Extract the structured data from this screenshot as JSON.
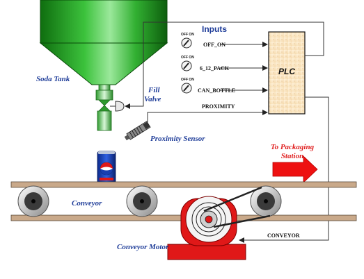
{
  "title": "Inputs",
  "components": {
    "soda_tank": "Soda Tank",
    "fill_valve_line1": "Fill",
    "fill_valve_line2": "Valve",
    "proximity_sensor": "Proximity Sensor",
    "conveyor": "Conveyor",
    "conveyor_motor": "Conveyor Motor",
    "plc": "PLC",
    "destination_line1": "To Packaging",
    "destination_line2": "Station"
  },
  "switch_caption": "OFF ON",
  "inputs": [
    {
      "label": "OFF_ON"
    },
    {
      "label": "6_12_PACK"
    },
    {
      "label": "CAN_BOTTLE"
    }
  ],
  "signals": {
    "proximity": "PROXIMITY",
    "conveyor": "CONVEYOR"
  },
  "colors": {
    "tank_green": "#1f9a1f",
    "label_blue": "#1f3d99",
    "plc_fill": "#fce8c8",
    "motor_red": "#e01818",
    "arrow_red": "#ee1111",
    "conveyor_belt": "#c9a98a"
  },
  "icons": {
    "switch": "rotary-selector-switch-icon",
    "can": "soda-can-icon",
    "arrow": "right-arrow-icon"
  }
}
